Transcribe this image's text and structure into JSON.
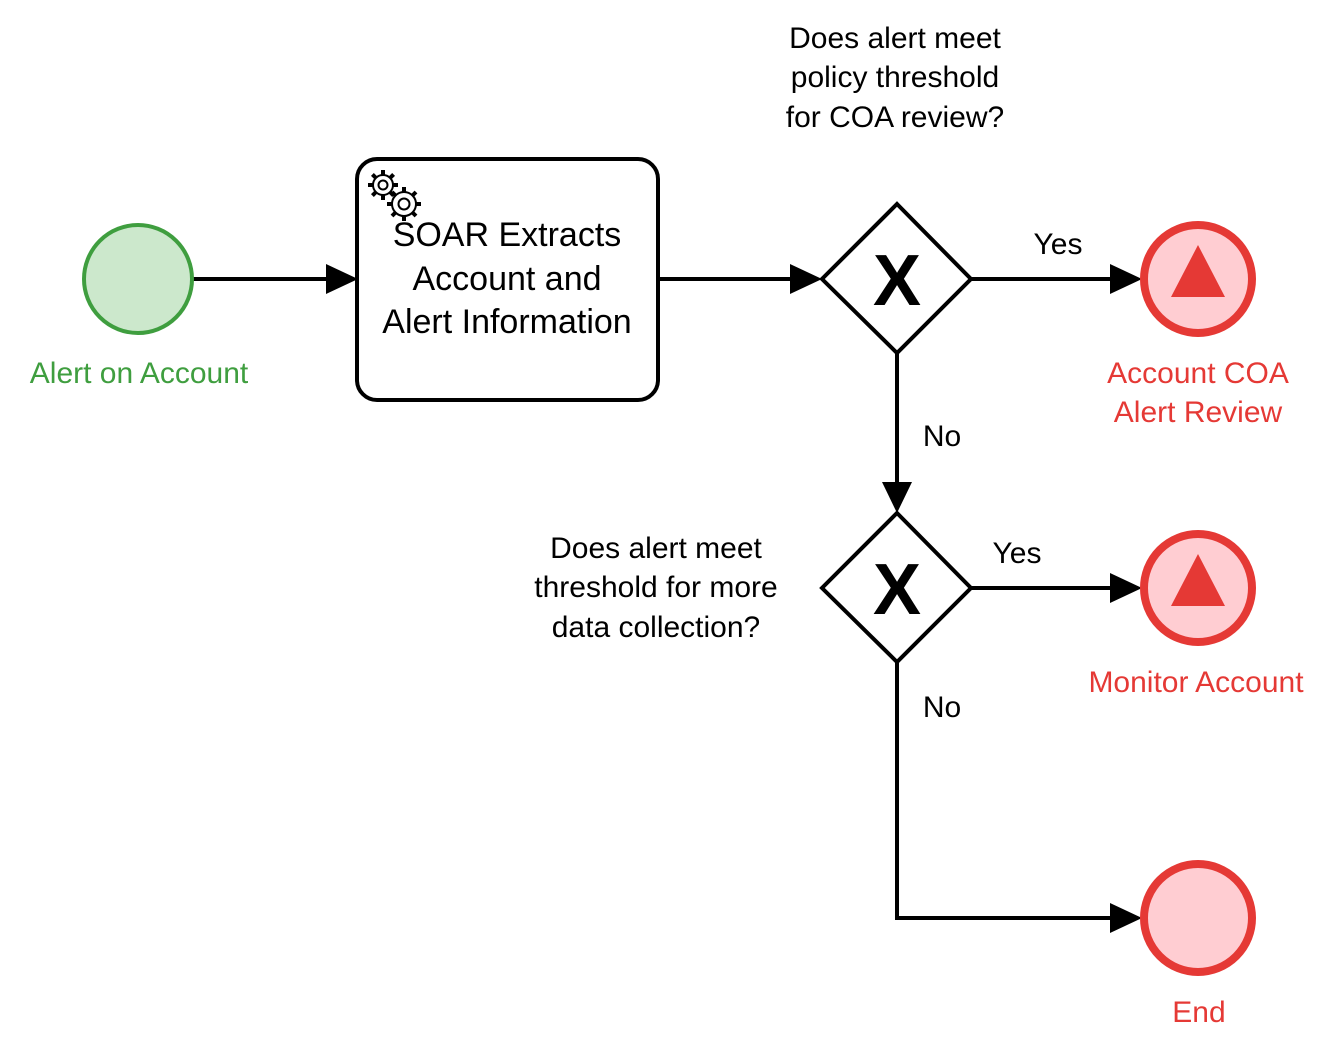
{
  "colors": {
    "start_fill": "#cce8cc",
    "start_stroke": "#3f9e3f",
    "end_fill": "#ffcdd2",
    "end_stroke": "#e53935",
    "line": "#000000"
  },
  "start_event": {
    "label": "Alert on Account"
  },
  "task": {
    "icon": "gears-icon",
    "lines": [
      "SOAR Extracts",
      "Account and",
      "Alert Information"
    ]
  },
  "gateway1": {
    "mark": "X",
    "question": [
      "Does alert meet",
      "policy threshold",
      "for COA review?"
    ],
    "yes_label": "Yes",
    "no_label": "No"
  },
  "gateway2": {
    "mark": "X",
    "question": [
      "Does alert meet",
      "threshold for more",
      "data collection?"
    ],
    "yes_label": "Yes",
    "no_label": "No"
  },
  "end_events": {
    "coa_review": {
      "label": [
        "Account COA",
        "Alert Review"
      ],
      "icon": "escalation-icon"
    },
    "monitor": {
      "label": "Monitor Account",
      "icon": "escalation-icon"
    },
    "end": {
      "label": "End"
    }
  }
}
